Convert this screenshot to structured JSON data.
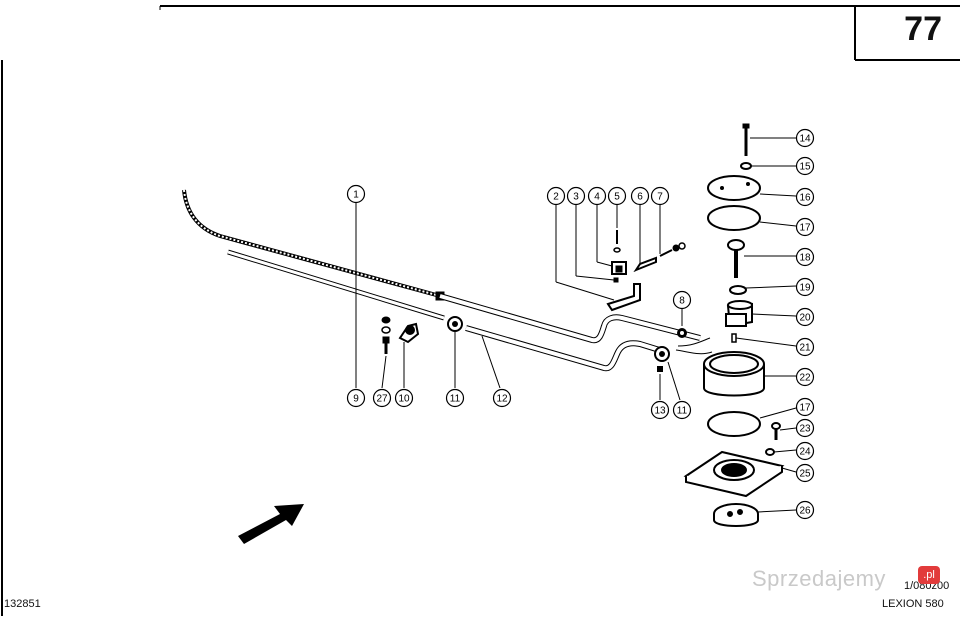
{
  "page_number": "77",
  "footer": {
    "drawing_number": "132851",
    "sheet_code": "1/080z00",
    "model": "LEXION 580"
  },
  "watermark": {
    "text": "Sprzedajemy",
    "badge": ".pl"
  },
  "callouts": {
    "c1": "1",
    "c2": "2",
    "c3": "3",
    "c4": "4",
    "c5": "5",
    "c6": "6",
    "c7": "7",
    "c8": "8",
    "c9": "9",
    "c10": "10",
    "c11a": "11",
    "c11b": "11",
    "c12": "12",
    "c13": "13",
    "c14": "14",
    "c15": "15",
    "c16": "16",
    "c17a": "17",
    "c17b": "17",
    "c18": "18",
    "c19": "19",
    "c20": "20",
    "c21": "21",
    "c22": "22",
    "c23": "23",
    "c24": "24",
    "c25": "25",
    "c26": "26",
    "c27": "27"
  }
}
